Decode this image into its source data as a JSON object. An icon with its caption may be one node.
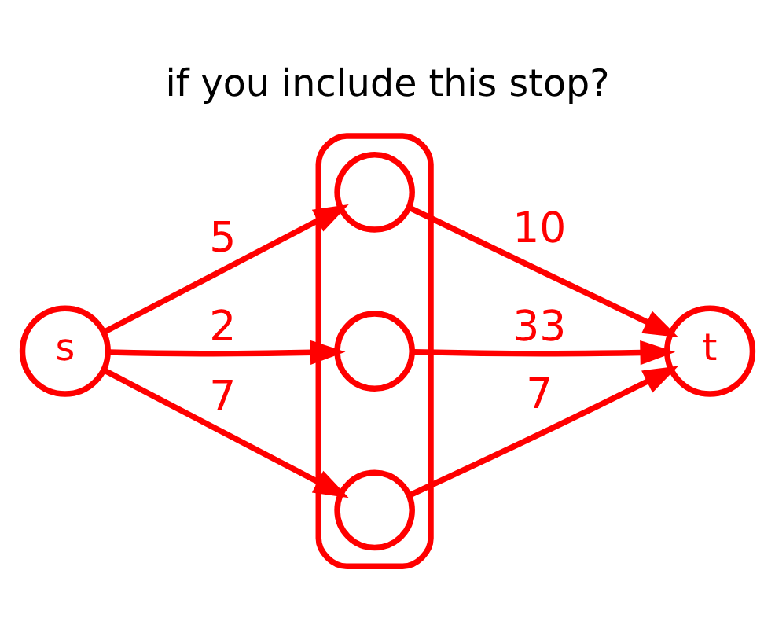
{
  "diagram": {
    "title": "if you include this stop?",
    "nodes": [
      {
        "text": [
          "s"
        ]
      },
      {
        "text": [],
        "shape": "box"
      },
      {
        "text": [],
        "shape": "circle",
        "in": 1
      },
      {
        "text": [],
        "shape": "circle",
        "in": 1
      },
      {
        "text": [],
        "shape": "circle",
        "in": 1
      },
      {
        "text": [
          "t"
        ]
      }
    ],
    "edges": [
      {
        "from": 0,
        "to": 2,
        "arrow": "to",
        "label": "5"
      },
      {
        "from": 0,
        "to": 3,
        "arrow": "to",
        "label": "2"
      },
      {
        "from": 0,
        "to": 4,
        "arrow": "to",
        "label": "7"
      },
      {
        "from": 2,
        "to": 5,
        "arrow": "to",
        "label": "10"
      },
      {
        "from": 3,
        "to": 5,
        "arrow": "to",
        "label": "33"
      },
      {
        "from": 4,
        "to": 5,
        "arrow": "to",
        "label": "7"
      }
    ]
  }
}
